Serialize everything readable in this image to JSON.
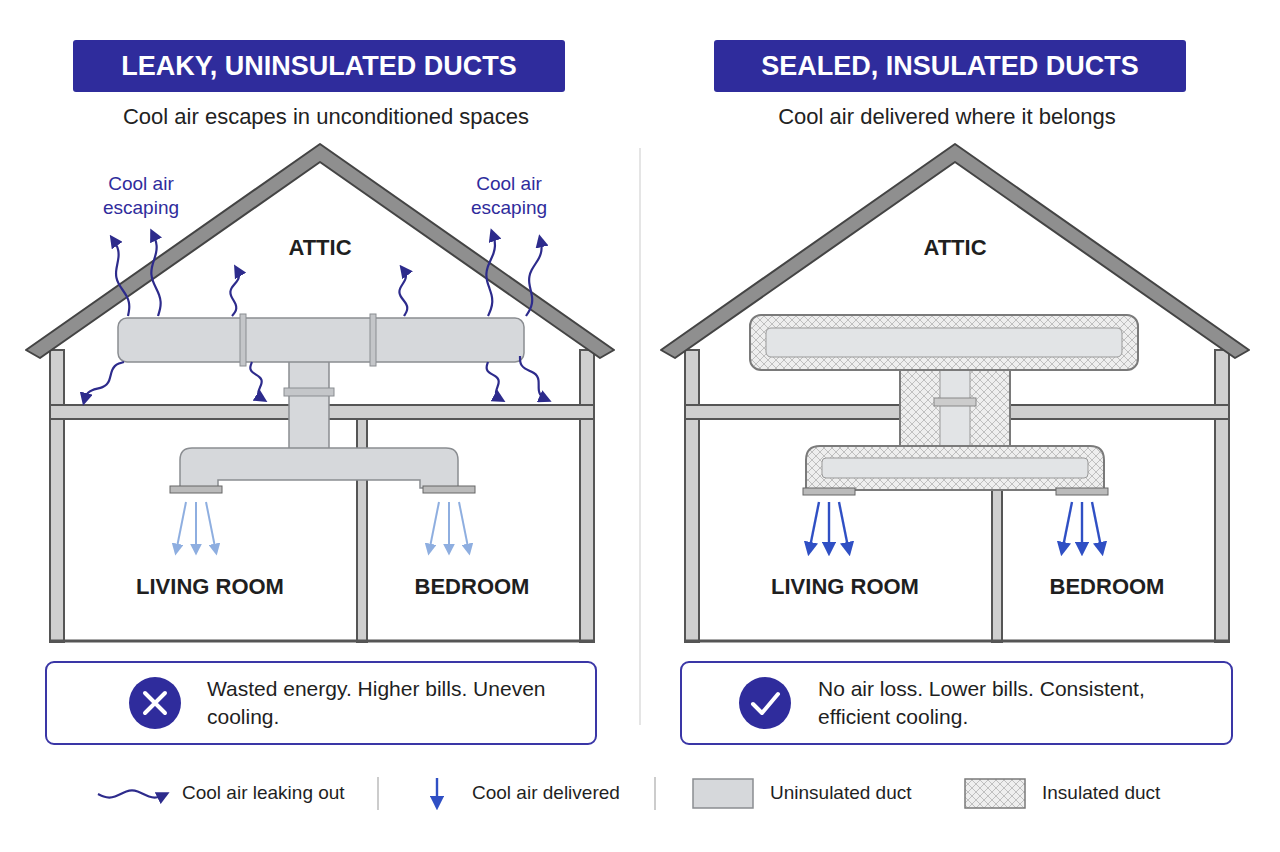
{
  "diagram": {
    "nodes": [
      {
        "text": [
          "LEAKY, UNINSULATED DUCTS"
        ]
      },
      {
        "text": [
          "ATTIC"
        ]
      },
      {
        "text": [
          "LIVING ROOM"
        ]
      },
      {
        "text": [
          "BEDROOM"
        ]
      },
      {
        "text": [
          "Wasted energy. Higher bills. Uneven cooling."
        ]
      },
      {
        "text": [
          "SEALED, INSULATED DUCTS"
        ]
      },
      {
        "text": [
          "ATTIC"
        ]
      },
      {
        "text": [
          "LIVING ROOM"
        ]
      },
      {
        "text": [
          "BEDROOM"
        ]
      },
      {
        "text": [
          "No air loss. Lower bills. Consistent, efficient cooling."
        ]
      }
    ],
    "labels": [
      "Cool air escapes in unconditioned spaces",
      "Cool air escaping",
      "Cool air escaping",
      "Cool air delivered where it belongs"
    ],
    "legend": [
      {
        "text": "Cool air leaking out"
      },
      {
        "text": "Cool air delivered"
      },
      {
        "text": "Uninsulated duct",
        "color": "#d6d8db"
      },
      {
        "text": "Insulated duct"
      }
    ]
  }
}
